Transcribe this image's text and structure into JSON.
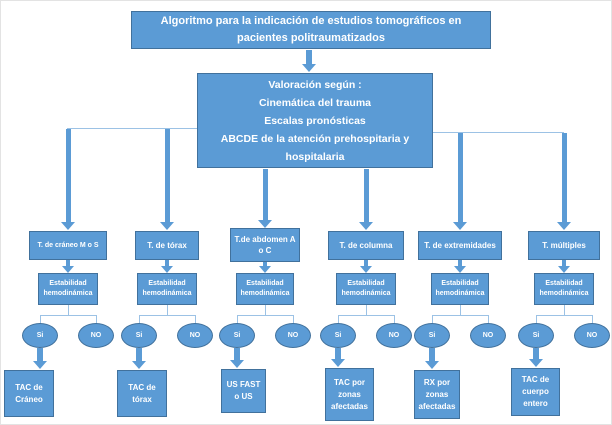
{
  "title": "Algoritmo para la indicación de estudios tomográficos en pacientes politraumatizados",
  "valoracion": {
    "line1": "Valoración según :",
    "line2": "Cinemática del trauma",
    "line3": "Escalas pronósticas",
    "line4": "ABCDE de la atención prehospitaria y hospitalaria"
  },
  "branches": [
    {
      "label": "T. de cráneo M o S",
      "stability": "Estabilidad hemodinámica",
      "yes": "Si",
      "no": "NO",
      "outcome": "TAC de Cráneo"
    },
    {
      "label": "T. de tórax",
      "stability": "Estabilidad hemodinámica",
      "yes": "Si",
      "no": "NO",
      "outcome": "TAC de tórax"
    },
    {
      "label": "T.de abdomen A o C",
      "stability": "Estabilidad hemodinámica",
      "yes": "Si",
      "no": "NO",
      "outcome": "US  FAST o US"
    },
    {
      "label": "T. de columna",
      "stability": "Estabilidad hemodinámica",
      "yes": "Si",
      "no": "NO",
      "outcome": "TAC por zonas afectadas"
    },
    {
      "label": "T. de extremidades",
      "stability": "Estabilidad hemodinámica",
      "yes": "Si",
      "no": "NO",
      "outcome": "RX por zonas afectadas"
    },
    {
      "label": "T. múltiples",
      "stability": "Estabilidad hemodinámica",
      "yes": "Si",
      "no": "NO",
      "outcome": "TAC de cuerpo entero"
    }
  ],
  "colors": {
    "box_fill": "#5B9BD5",
    "box_border": "#41719C",
    "arrow": "#5B9BD5",
    "connector_line": "#9CC2E5",
    "text": "#FFFFFF"
  }
}
